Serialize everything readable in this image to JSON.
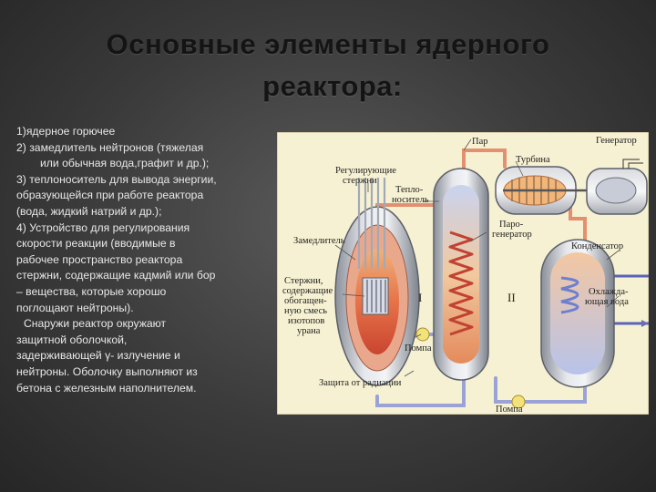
{
  "title": {
    "line1": "Основные элементы ядерного",
    "line2": "реактора:"
  },
  "text": {
    "l1": "1)ядерное горючее",
    "l2": "2) замедлитель нейтронов (тяжелая",
    "l3": "или обычная вода,графит и др.);",
    "l4": "3) теплоноситель для вывода энергии,",
    "l5": "образующейся при работе реактора",
    "l6": "(вода, жидкий натрий и др.);",
    "l7": "4) Устройство для регулирования",
    "l8": "скорости реакции (вводимые в",
    "l9": "рабочее пространство реактора",
    "l10": "стержни, содержащие кадмий или бор",
    "l11": "– вещества, которые хорошо",
    "l12": "поглощают нейтроны).",
    "l13": "Снаружи реактор окружают",
    "l14": "защитной оболочкой,",
    "l15": "задерживающей γ- излучение и",
    "l16": "нейтроны. Оболочку выполняют из",
    "l17": "бетона с железным наполнителем."
  },
  "diagram": {
    "par": "Пар",
    "generator": "Генератор",
    "turbina": "Турбина",
    "reg1": "Регулирующие",
    "reg2": "стержни",
    "teplo1": "Тепло-",
    "teplo2": "носитель",
    "paro1": "Паро-",
    "paro2": "генератор",
    "zamed": "Замедлитель",
    "kondens": "Конденсатор",
    "sterzh1": "Стержни,",
    "sterzh2": "содержащие",
    "sterzh3": "обогащен-",
    "sterzh4": "ную смесь",
    "sterzh5": "изотопов",
    "sterzh6": "урана",
    "circ1": "I",
    "circ2": "II",
    "ohl1": "Охлажда-",
    "ohl2": "ющая вода",
    "pompa1": "Помпа",
    "zashita": "Защита от радиации",
    "pompa2": "Помпа"
  }
}
